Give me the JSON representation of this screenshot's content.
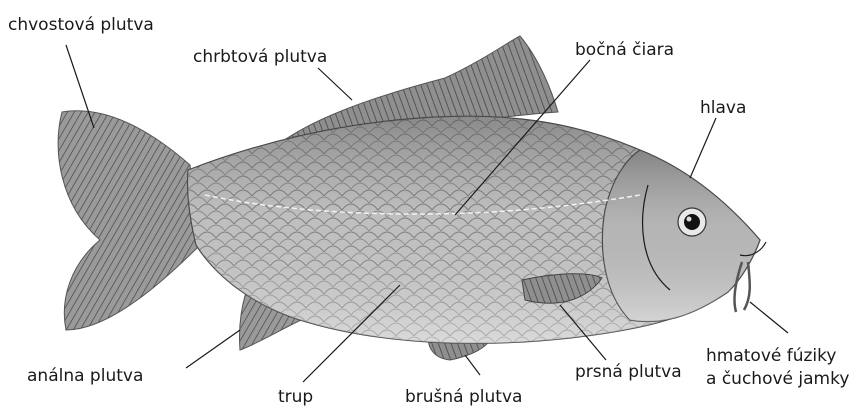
{
  "labels": {
    "tail_fin": "chvostová plutva",
    "dorsal_fin": "chrbtová plutva",
    "lateral_line": "bočná čiara",
    "head": "hlava",
    "anal_fin": "análna plutva",
    "trunk": "trup",
    "pelvic_fin": "brušná plutva",
    "pectoral_fin": "prsná plutva",
    "barbels_line1": "hmatové fúziky",
    "barbels_line2": "a čuchové jamky"
  }
}
